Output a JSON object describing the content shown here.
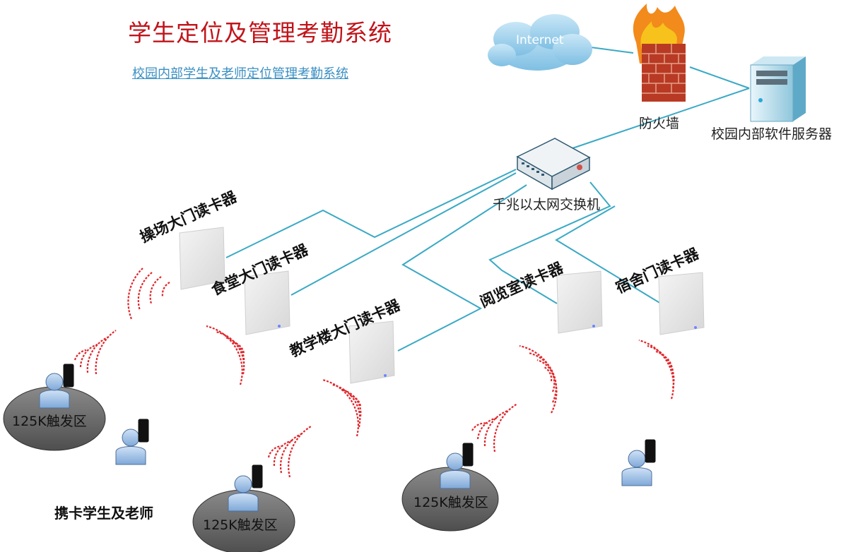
{
  "title": "学生定位及管理考勤系统",
  "subtitle": "校园内部学生及老师定位管理考勤系统",
  "network": {
    "internet": "Internet",
    "firewall": "防火墙",
    "server": "校园内部软件服务器",
    "switch": "千兆以太网交换机"
  },
  "readers": [
    "操场大门读卡器",
    "食堂大门读卡器",
    "教学楼大门读卡器",
    "阅览室读卡器",
    "宿舍门读卡器"
  ],
  "zones": [
    "125K触发区",
    "125K触发区",
    "125K触发区"
  ],
  "caption": "携卡学生及老师",
  "colors": {
    "title": "#c0141a",
    "link": "#3a8fc3",
    "cable": "#3aa9c5",
    "signal": "#e0262b"
  }
}
